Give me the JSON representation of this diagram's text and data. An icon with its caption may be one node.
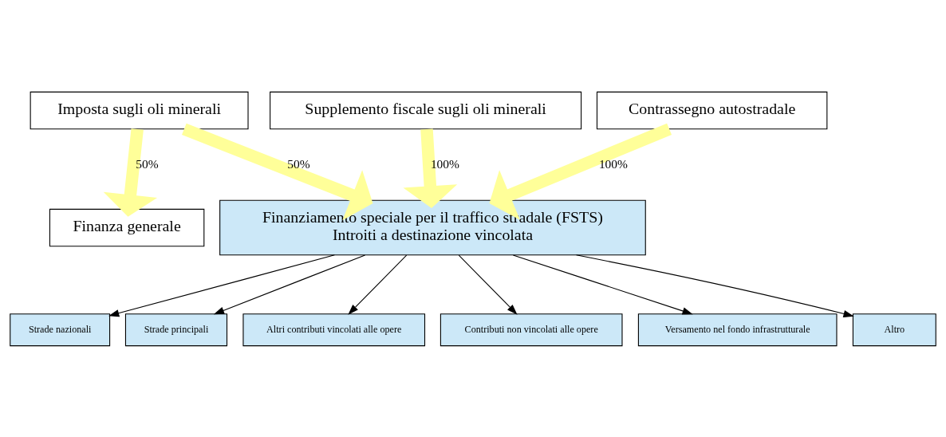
{
  "diagram": {
    "nodes": [
      {
        "text": [
          "Imposta sugli oli minerali"
        ]
      },
      {
        "text": [
          "Supplemento fiscale sugli oli minerali"
        ]
      },
      {
        "text": [
          "Contrassegno autostradale"
        ]
      },
      {
        "text": [
          "Finanza generale"
        ]
      },
      {
        "text": [
          "Finanziamento speciale per il traffico stradale (FSTS)",
          "Introiti a destinazione vincolata"
        ]
      },
      {
        "text": [
          "Strade nazionali"
        ]
      },
      {
        "text": [
          "Strade principali"
        ]
      },
      {
        "text": [
          "Altri contributi vincolati alle opere"
        ]
      },
      {
        "text": [
          "Contributi non vincolati alle opere"
        ]
      },
      {
        "text": [
          "Versamento nel fondo infrastrutturale"
        ]
      },
      {
        "text": [
          "Altro"
        ]
      }
    ],
    "edges": [
      {
        "from": 0,
        "to": 3,
        "arrow": "to",
        "label": "50%",
        "style": "thick",
        "color": "#ffff99"
      },
      {
        "from": 0,
        "to": 4,
        "arrow": "to",
        "label": "50%",
        "style": "thick",
        "color": "#ffff99"
      },
      {
        "from": 1,
        "to": 4,
        "arrow": "to",
        "label": "100%",
        "style": "thick",
        "color": "#ffff99"
      },
      {
        "from": 2,
        "to": 4,
        "arrow": "to",
        "label": "100%",
        "style": "thick",
        "color": "#ffff99"
      },
      {
        "from": 4,
        "to": 5,
        "arrow": "to"
      },
      {
        "from": 4,
        "to": 6,
        "arrow": "to"
      },
      {
        "from": 4,
        "to": 7,
        "arrow": "to"
      },
      {
        "from": 4,
        "to": 8,
        "arrow": "to"
      },
      {
        "from": 4,
        "to": 9,
        "arrow": "to"
      },
      {
        "from": 4,
        "to": 10,
        "arrow": "to"
      }
    ]
  }
}
